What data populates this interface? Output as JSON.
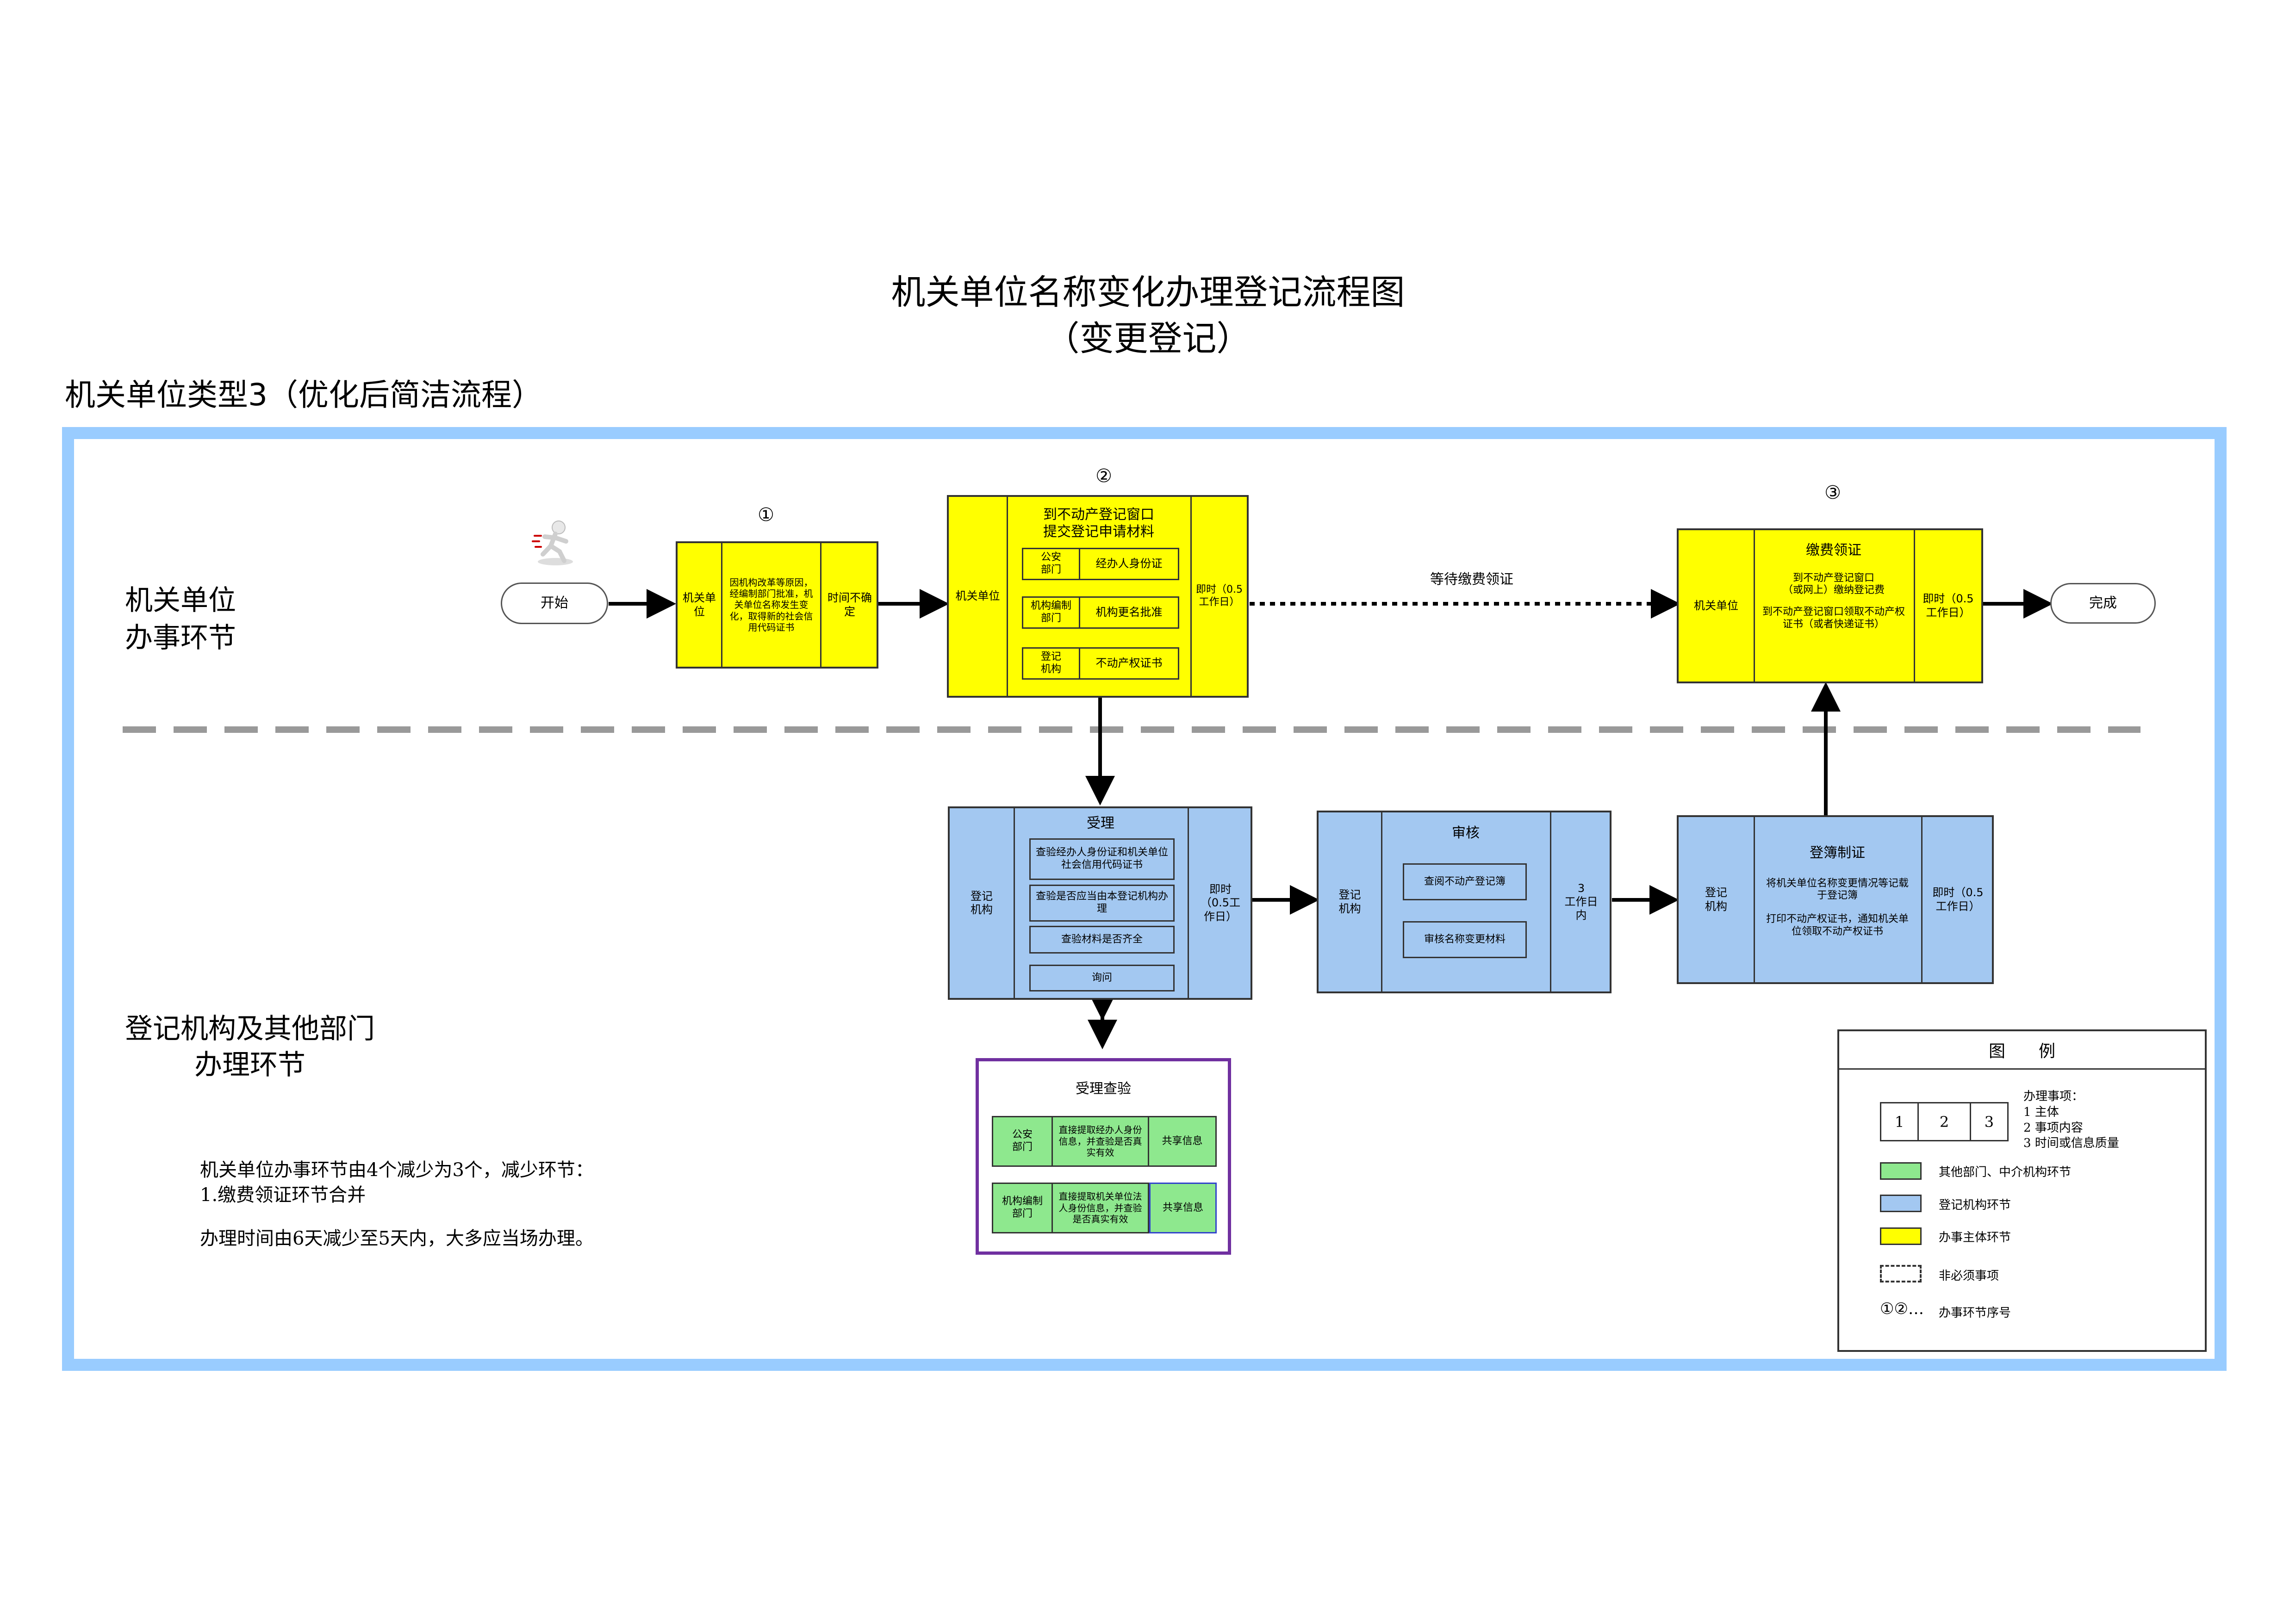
{
  "title": {
    "line1": "机关单位名称变化办理登记流程图",
    "line2": "（变更登记）"
  },
  "subtitle": "机关单位类型3（优化后简洁流程）",
  "lanes": {
    "top": {
      "l1": "机关单位",
      "l2": "办事环节"
    },
    "bottom": {
      "l1": "登记机构及其他部门",
      "l2": "办理环节"
    }
  },
  "start": "开始",
  "finish": "完成",
  "wait_label": "等待缴费领证",
  "step_numbers": [
    "①",
    "②",
    "③"
  ],
  "step1": {
    "actor": "机关单位",
    "content": "因机构改革等原因，经编制部门批准，机关单位名称发生变化，取得新的社会信用代码证书",
    "time": "时间不确定"
  },
  "step2": {
    "actor": "机关单位",
    "title": "到不动产登记窗口\n提交登记申请材料",
    "time": "即时（0.5工作日）",
    "rows": [
      {
        "dept": "公安\n部门",
        "item": "经办人身份证"
      },
      {
        "dept": "机构编制\n部门",
        "item": "机构更名批准"
      },
      {
        "dept": "登记\n机构",
        "item": "不动产权证书"
      }
    ]
  },
  "step3": {
    "actor": "机关单位",
    "title": "缴费领证",
    "p1": "到不动产登记窗口\n（或网上）缴纳登记费",
    "p2": "到不动产登记窗口领取不动产权证书（或者快递证书）",
    "time": "即时（0.5工作日）"
  },
  "accept": {
    "actor": "登记\n机构",
    "title": "受理",
    "time": "即时\n（0.5工\n作日）",
    "items": [
      "查验经办人身份证和机关单位社会信用代码证书",
      "查验是否应当由本登记机构办理",
      "查验材料是否齐全",
      "询问"
    ]
  },
  "review": {
    "actor": "登记\n机构",
    "title": "审核",
    "time": "3\n工作日\n内",
    "items": [
      "查阅不动产登记簿",
      "审核名称变更材料"
    ]
  },
  "register": {
    "actor": "登记\n机构",
    "title": "登簿制证",
    "p1": "将机关单位名称变更情况等记载于登记簿",
    "p2": "打印不动产权证书，通知机关单位领取不动产权证书",
    "time": "即时（0.5\n工作日）"
  },
  "check": {
    "title": "受理查验",
    "rows": [
      {
        "dept": "公安\n部门",
        "content": "直接提取经办人身份信息，并查验是否真实有效",
        "share": "共享信息"
      },
      {
        "dept": "机构编制\n部门",
        "content": "直接提取机关单位法人身份信息，并查验是否真实有效",
        "share": "共享信息"
      }
    ]
  },
  "notes": {
    "l1": "机关单位办事环节由4个减少为3个，减少环节：",
    "l2": "1.缴费领证环节合并",
    "l3": "办理时间由6天减少至5天内，大多应当场办理。"
  },
  "legend": {
    "title": "图　　例",
    "cells": [
      "1",
      "2",
      "3"
    ],
    "matter_head": "办理事项：",
    "matter_items": [
      "1 主体",
      "2 事项内容",
      "3 时间或信息质量"
    ],
    "items": [
      {
        "color": "#8ee88e",
        "label": "其他部门、中介机构环节"
      },
      {
        "color": "#a3c8f1",
        "label": "登记机构环节"
      },
      {
        "color": "#ffff00",
        "label": "办事主体环节"
      }
    ],
    "dashed_label": "非必须事项",
    "seq_symbol": "①②…",
    "seq_label": "办事环节序号"
  },
  "colors": {
    "yellow": "#ffff00",
    "blue": "#a3c8f1",
    "green": "#8ee88e",
    "frame": "#99ccff",
    "purple": "#7030a0"
  }
}
